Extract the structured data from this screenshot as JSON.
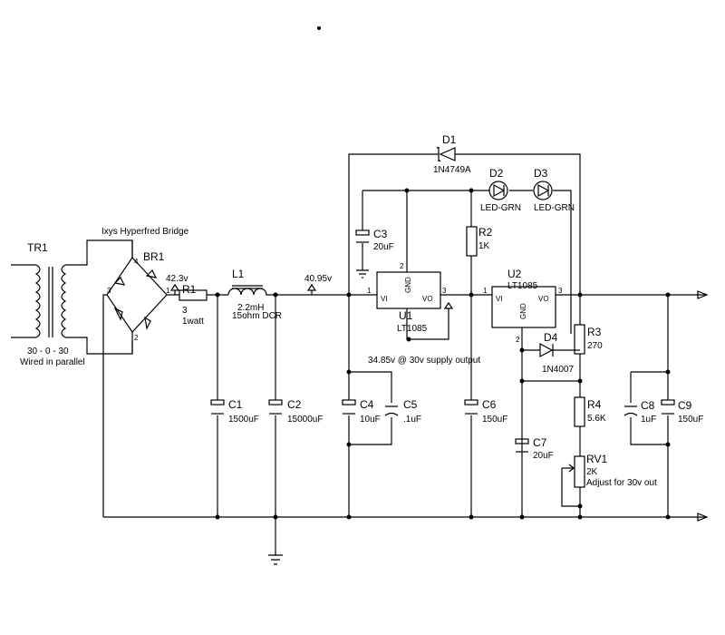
{
  "components": {
    "TR1": {
      "ref": "TR1",
      "value": "30 - 0 - 30",
      "note": "Wired in parallel"
    },
    "BR1": {
      "ref": "BR1",
      "title": "Ixys Hyperfred Bridge",
      "pin1": "1",
      "pin2": "2",
      "pin3": "3",
      "pin4": "4"
    },
    "R1": {
      "ref": "R1",
      "value": "3",
      "rating": "1watt"
    },
    "L1": {
      "ref": "L1",
      "value": "2.2mH",
      "note": "15ohm DCR"
    },
    "C1": {
      "ref": "C1",
      "value": "1500uF"
    },
    "C2": {
      "ref": "C2",
      "value": "15000uF"
    },
    "C3": {
      "ref": "C3",
      "value": "20uF"
    },
    "C4": {
      "ref": "C4",
      "value": "10uF"
    },
    "C5": {
      "ref": "C5",
      "value": ".1uF"
    },
    "C6": {
      "ref": "C6",
      "value": "150uF"
    },
    "C7": {
      "ref": "C7",
      "value": "20uF"
    },
    "C8": {
      "ref": "C8",
      "value": "1uF"
    },
    "C9": {
      "ref": "C9",
      "value": "150uF"
    },
    "D1": {
      "ref": "D1",
      "value": "1N4749A"
    },
    "D2": {
      "ref": "D2",
      "value": "LED-GRN"
    },
    "D3": {
      "ref": "D3",
      "value": "LED-GRN"
    },
    "D4": {
      "ref": "D4",
      "value": "1N4007"
    },
    "R2": {
      "ref": "R2",
      "value": "1K"
    },
    "R3": {
      "ref": "R3",
      "value": "270"
    },
    "R4": {
      "ref": "R4",
      "value": "5.6K"
    },
    "RV1": {
      "ref": "RV1",
      "value": "2K",
      "note": "Adjust for 30v out"
    },
    "U1": {
      "ref": "U1",
      "value": "LT1085",
      "vi": "VI",
      "vo": "VO",
      "gnd": "GND",
      "pin_vi": "1",
      "pin_vo": "3",
      "pin_gnd": "2"
    },
    "U2": {
      "ref": "U2",
      "value": "LT1085",
      "vi": "VI",
      "vo": "VO",
      "gnd": "GND",
      "pin_vi": "1",
      "pin_vo": "3",
      "pin_gnd": "2"
    }
  },
  "probes": {
    "p1": "42.3v",
    "p2": "40.95v",
    "p3": "34.85v @ 30v supply output"
  }
}
